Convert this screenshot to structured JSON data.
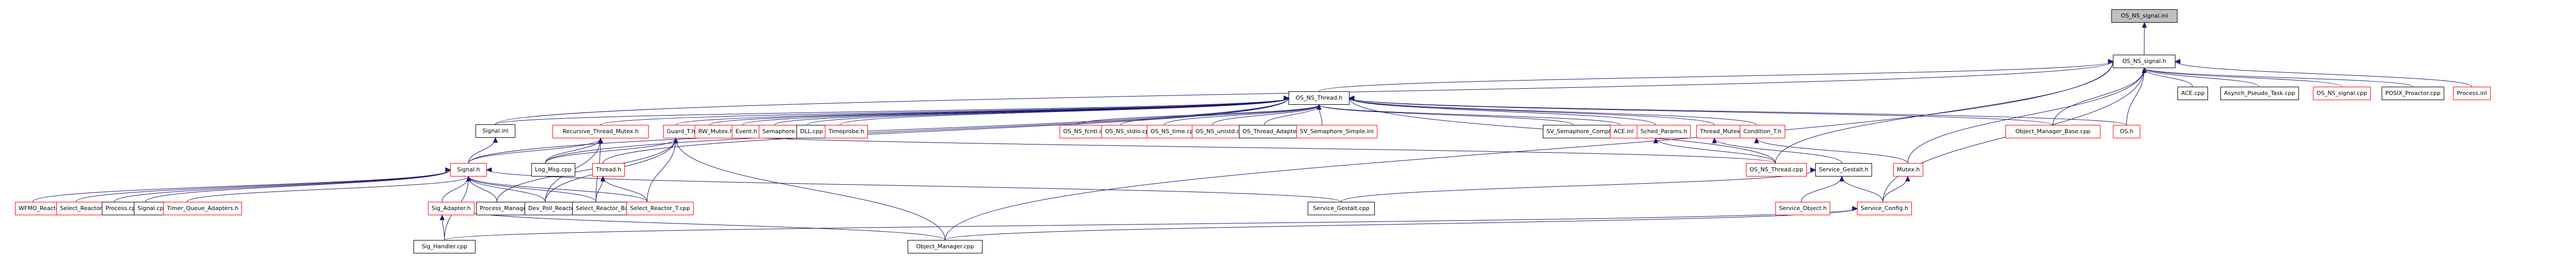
{
  "diagram": {
    "type": "include-dependency-graph",
    "root": "OS_NS_signal.inl",
    "colors": {
      "edge": "#191970",
      "root_fill": "#bfbfbf",
      "truncated_border": "#ff0000",
      "normal_border": "#000000"
    },
    "nodes": {
      "os_ns_signal_inl": {
        "label": "OS_NS_signal.inl",
        "style": "root"
      },
      "os_ns_signal_h": {
        "label": "OS_NS_signal.h",
        "style": "normal"
      },
      "ace_cpp": {
        "label": "ACE.cpp",
        "style": "normal"
      },
      "asynch_pseudo_task_cpp": {
        "label": "Asynch_Pseudo_Task.cpp",
        "style": "normal"
      },
      "os_ns_signal_cpp": {
        "label": "OS_NS_signal.cpp",
        "style": "truncated"
      },
      "posix_proactor_cpp": {
        "label": "POSIX_Proactor.cpp",
        "style": "normal"
      },
      "process_inl": {
        "label": "Process.inl",
        "style": "truncated"
      },
      "os_ns_thread_h": {
        "label": "OS_NS_Thread.h",
        "style": "normal"
      },
      "signal_inl": {
        "label": "Signal.inl",
        "style": "normal"
      },
      "recursive_thread_mutex_h": {
        "label": "Recursive_Thread_Mutex.h",
        "style": "truncated"
      },
      "guard_t_h": {
        "label": "Guard_T.h",
        "style": "truncated"
      },
      "rw_mutex_h": {
        "label": "RW_Mutex.h",
        "style": "truncated"
      },
      "event_h": {
        "label": "Event.h",
        "style": "truncated"
      },
      "semaphore_h": {
        "label": "Semaphore.h",
        "style": "truncated"
      },
      "dll_cpp": {
        "label": "DLL.cpp",
        "style": "normal"
      },
      "timeprobe_h": {
        "label": "Timeprobe.h",
        "style": "truncated"
      },
      "os_ns_fcntl_cpp": {
        "label": "OS_NS_fcntl.cpp",
        "style": "truncated"
      },
      "os_ns_stdio_cpp": {
        "label": "OS_NS_stdio.cpp",
        "style": "truncated"
      },
      "os_ns_time_cpp": {
        "label": "OS_NS_time.cpp",
        "style": "truncated"
      },
      "os_ns_unistd_cpp": {
        "label": "OS_NS_unistd.cpp",
        "style": "truncated"
      },
      "os_thread_adapter_cpp": {
        "label": "OS_Thread_Adapter.cpp",
        "style": "normal"
      },
      "sv_semaphore_simple_inl": {
        "label": "SV_Semaphore_Simple.inl",
        "style": "truncated"
      },
      "sv_semaphore_complex_cpp": {
        "label": "SV_Semaphore_Complex.cpp",
        "style": "normal"
      },
      "ace_inl": {
        "label": "ACE.inl",
        "style": "truncated"
      },
      "sched_params_h": {
        "label": "Sched_Params.h",
        "style": "truncated"
      },
      "thread_mutex_h": {
        "label": "Thread_Mutex.h",
        "style": "truncated"
      },
      "condition_t_h": {
        "label": "Condition_T.h",
        "style": "truncated"
      },
      "object_manager_base_cpp": {
        "label": "Object_Manager_Base.cpp",
        "style": "truncated"
      },
      "os_h": {
        "label": "OS.h",
        "style": "truncated"
      },
      "signal_h": {
        "label": "Signal.h",
        "style": "truncated"
      },
      "log_msg_cpp": {
        "label": "Log_Msg.cpp",
        "style": "normal"
      },
      "thread_h": {
        "label": "Thread.h",
        "style": "truncated"
      },
      "os_ns_thread_cpp": {
        "label": "OS_NS_Thread.cpp",
        "style": "truncated"
      },
      "service_gestalt_h": {
        "label": "Service_Gestalt.h",
        "style": "normal"
      },
      "mutex_h": {
        "label": "Mutex.h",
        "style": "truncated"
      },
      "wfmo_reactor_h": {
        "label": "WFMO_Reactor.h",
        "style": "truncated"
      },
      "select_reactor_t_inl": {
        "label": "Select_Reactor_T.inl",
        "style": "truncated"
      },
      "process_cpp": {
        "label": "Process.cpp",
        "style": "normal"
      },
      "signal_cpp": {
        "label": "Signal.cpp",
        "style": "normal"
      },
      "timer_queue_adapters_h": {
        "label": "Timer_Queue_Adapters.h",
        "style": "truncated"
      },
      "sig_adapter_h": {
        "label": "Sig_Adapter.h",
        "style": "truncated"
      },
      "process_manager_cpp": {
        "label": "Process_Manager.cpp",
        "style": "normal"
      },
      "dev_poll_reactor_cpp": {
        "label": "Dev_Poll_Reactor.cpp",
        "style": "normal"
      },
      "select_reactor_base_cpp": {
        "label": "Select_Reactor_Base.cpp",
        "style": "normal"
      },
      "select_reactor_t_cpp": {
        "label": "Select_Reactor_T.cpp",
        "style": "truncated"
      },
      "service_gestalt_cpp": {
        "label": "Service_Gestalt.cpp",
        "style": "normal"
      },
      "service_object_h": {
        "label": "Service_Object.h",
        "style": "truncated"
      },
      "service_config_h": {
        "label": "Service_Config.h",
        "style": "truncated"
      },
      "sig_handler_cpp": {
        "label": "Sig_Handler.cpp",
        "style": "normal"
      },
      "object_manager_cpp": {
        "label": "Object_Manager.cpp",
        "style": "normal"
      }
    },
    "edges": [
      [
        "os_ns_signal_h",
        "os_ns_signal_inl"
      ],
      [
        "os_ns_thread_h",
        "os_ns_signal_h"
      ],
      [
        "ace_cpp",
        "os_ns_signal_h"
      ],
      [
        "asynch_pseudo_task_cpp",
        "os_ns_signal_h"
      ],
      [
        "os_ns_signal_cpp",
        "os_ns_signal_h"
      ],
      [
        "posix_proactor_cpp",
        "os_ns_signal_h"
      ],
      [
        "process_inl",
        "os_ns_signal_h"
      ],
      [
        "signal_inl",
        "os_ns_signal_h"
      ],
      [
        "object_manager_base_cpp",
        "os_ns_signal_h"
      ],
      [
        "os_h",
        "os_ns_signal_h"
      ],
      [
        "mutex_h",
        "os_ns_signal_h"
      ],
      [
        "service_config_h",
        "os_ns_signal_h"
      ],
      [
        "os_ns_thread_cpp",
        "os_ns_signal_h"
      ],
      [
        "object_manager_cpp",
        "os_ns_signal_h"
      ],
      [
        "recursive_thread_mutex_h",
        "os_ns_thread_h"
      ],
      [
        "guard_t_h",
        "os_ns_thread_h"
      ],
      [
        "rw_mutex_h",
        "os_ns_thread_h"
      ],
      [
        "event_h",
        "os_ns_thread_h"
      ],
      [
        "semaphore_h",
        "os_ns_thread_h"
      ],
      [
        "dll_cpp",
        "os_ns_thread_h"
      ],
      [
        "timeprobe_h",
        "os_ns_thread_h"
      ],
      [
        "os_ns_fcntl_cpp",
        "os_ns_thread_h"
      ],
      [
        "os_ns_stdio_cpp",
        "os_ns_thread_h"
      ],
      [
        "os_ns_time_cpp",
        "os_ns_thread_h"
      ],
      [
        "os_ns_unistd_cpp",
        "os_ns_thread_h"
      ],
      [
        "os_thread_adapter_cpp",
        "os_ns_thread_h"
      ],
      [
        "sv_semaphore_simple_inl",
        "os_ns_thread_h"
      ],
      [
        "sv_semaphore_complex_cpp",
        "os_ns_thread_h"
      ],
      [
        "ace_inl",
        "os_ns_thread_h"
      ],
      [
        "sched_params_h",
        "os_ns_thread_h"
      ],
      [
        "thread_mutex_h",
        "os_ns_thread_h"
      ],
      [
        "condition_t_h",
        "os_ns_thread_h"
      ],
      [
        "object_manager_base_cpp",
        "os_ns_thread_h"
      ],
      [
        "os_h",
        "os_ns_thread_h"
      ],
      [
        "signal_h",
        "os_ns_thread_h"
      ],
      [
        "thread_h",
        "os_ns_thread_h"
      ],
      [
        "log_msg_cpp",
        "os_ns_thread_h"
      ],
      [
        "os_ns_thread_cpp",
        "os_ns_thread_h"
      ],
      [
        "signal_inl",
        "os_ns_thread_h"
      ],
      [
        "signal_h",
        "signal_inl"
      ],
      [
        "signal_h",
        "recursive_thread_mutex_h"
      ],
      [
        "log_msg_cpp",
        "recursive_thread_mutex_h"
      ],
      [
        "dev_poll_reactor_cpp",
        "recursive_thread_mutex_h"
      ],
      [
        "select_reactor_base_cpp",
        "recursive_thread_mutex_h"
      ],
      [
        "log_msg_cpp",
        "guard_t_h"
      ],
      [
        "process_manager_cpp",
        "guard_t_h"
      ],
      [
        "dev_poll_reactor_cpp",
        "guard_t_h"
      ],
      [
        "select_reactor_t_cpp",
        "guard_t_h"
      ],
      [
        "object_manager_cpp",
        "guard_t_h"
      ],
      [
        "os_ns_thread_cpp",
        "guard_t_h"
      ],
      [
        "select_reactor_base_cpp",
        "thread_h"
      ],
      [
        "select_reactor_t_cpp",
        "thread_h"
      ],
      [
        "os_ns_thread_cpp",
        "sched_params_h"
      ],
      [
        "service_gestalt_h",
        "thread_mutex_h"
      ],
      [
        "mutex_h",
        "condition_t_h"
      ],
      [
        "wfmo_reactor_h",
        "signal_h"
      ],
      [
        "select_reactor_t_inl",
        "signal_h"
      ],
      [
        "process_cpp",
        "signal_h"
      ],
      [
        "signal_cpp",
        "signal_h"
      ],
      [
        "timer_queue_adapters_h",
        "signal_h"
      ],
      [
        "sig_adapter_h",
        "signal_h"
      ],
      [
        "process_manager_cpp",
        "signal_h"
      ],
      [
        "dev_poll_reactor_cpp",
        "signal_h"
      ],
      [
        "select_reactor_base_cpp",
        "signal_h"
      ],
      [
        "select_reactor_t_cpp",
        "signal_h"
      ],
      [
        "sig_handler_cpp",
        "signal_h"
      ],
      [
        "service_gestalt_cpp",
        "signal_h"
      ],
      [
        "sig_handler_cpp",
        "sig_adapter_h"
      ],
      [
        "object_manager_cpp",
        "sig_adapter_h"
      ],
      [
        "service_gestalt_cpp",
        "service_gestalt_h"
      ],
      [
        "service_object_h",
        "service_gestalt_h"
      ],
      [
        "service_config_h",
        "service_gestalt_h"
      ],
      [
        "service_config_h",
        "mutex_h"
      ],
      [
        "object_manager_cpp",
        "service_config_h"
      ],
      [
        "sig_handler_cpp",
        "service_config_h"
      ]
    ]
  }
}
